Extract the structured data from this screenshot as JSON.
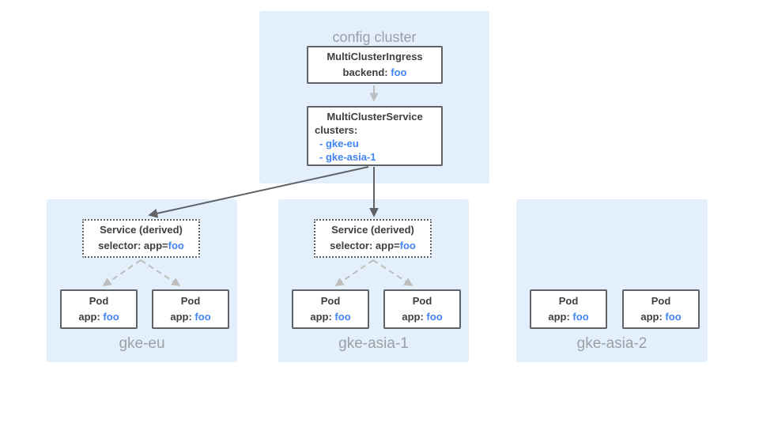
{
  "colors": {
    "cluster_bg": "#E3F0FC",
    "box_bg": "#FFFFFF",
    "box_border": "#5F6368",
    "text_dark": "#3C4043",
    "accent_blue": "#4285F4",
    "muted_label": "#9AA0A6",
    "arrow_dark": "#5F6368",
    "arrow_light": "#BDBDBD"
  },
  "config_cluster": {
    "label": "config cluster",
    "ingress": {
      "title": "MultiClusterIngress",
      "backend_label": "backend: ",
      "backend_value": "foo"
    },
    "service": {
      "title": "MultiClusterService",
      "clusters_label": "clusters:",
      "cluster_items": [
        "- gke-eu",
        "- gke-asia-1"
      ]
    }
  },
  "clusters": [
    {
      "name": "gke-eu",
      "derived_service": {
        "title": "Service (derived)",
        "selector_label": "selector: app=",
        "selector_value": "foo"
      },
      "pods": [
        {
          "title": "Pod",
          "app_label": "app: ",
          "app_value": "foo"
        },
        {
          "title": "Pod",
          "app_label": "app: ",
          "app_value": "foo"
        }
      ]
    },
    {
      "name": "gke-asia-1",
      "derived_service": {
        "title": "Service (derived)",
        "selector_label": "selector: app=",
        "selector_value": "foo"
      },
      "pods": [
        {
          "title": "Pod",
          "app_label": "app: ",
          "app_value": "foo"
        },
        {
          "title": "Pod",
          "app_label": "app: ",
          "app_value": "foo"
        }
      ]
    },
    {
      "name": "gke-asia-2",
      "pods": [
        {
          "title": "Pod",
          "app_label": "app: ",
          "app_value": "foo"
        },
        {
          "title": "Pod",
          "app_label": "app: ",
          "app_value": "foo"
        }
      ]
    }
  ]
}
